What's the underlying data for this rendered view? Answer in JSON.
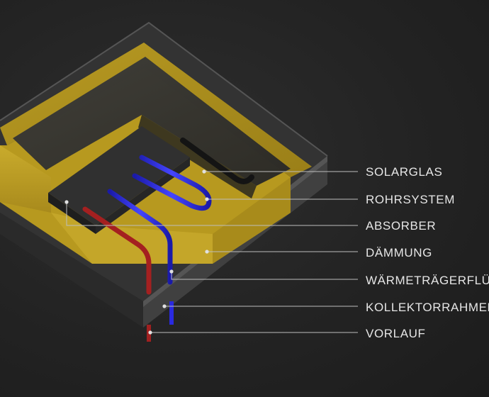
{
  "labels": [
    {
      "id": "solarglas",
      "text": "SOLARGLAS"
    },
    {
      "id": "rohrsystem",
      "text": "ROHRSYSTEM"
    },
    {
      "id": "absorber",
      "text": "ABSORBER"
    },
    {
      "id": "daemmung",
      "text": "DÄMMUNG"
    },
    {
      "id": "waermetraeger",
      "text": "WÄRMETRÄGERFLÜS"
    },
    {
      "id": "kollektorrahmen",
      "text": "KOLLEKTORRAHMEN"
    },
    {
      "id": "vorlauf",
      "text": "VORLAUF"
    }
  ],
  "colors": {
    "insulation": "#c7a928",
    "frame": "#3a3a3a",
    "glass": "#2b2b2b",
    "pipe_cold": "#2a2ad8",
    "pipe_hot": "#b32424",
    "leader": "#bdbdbd"
  }
}
